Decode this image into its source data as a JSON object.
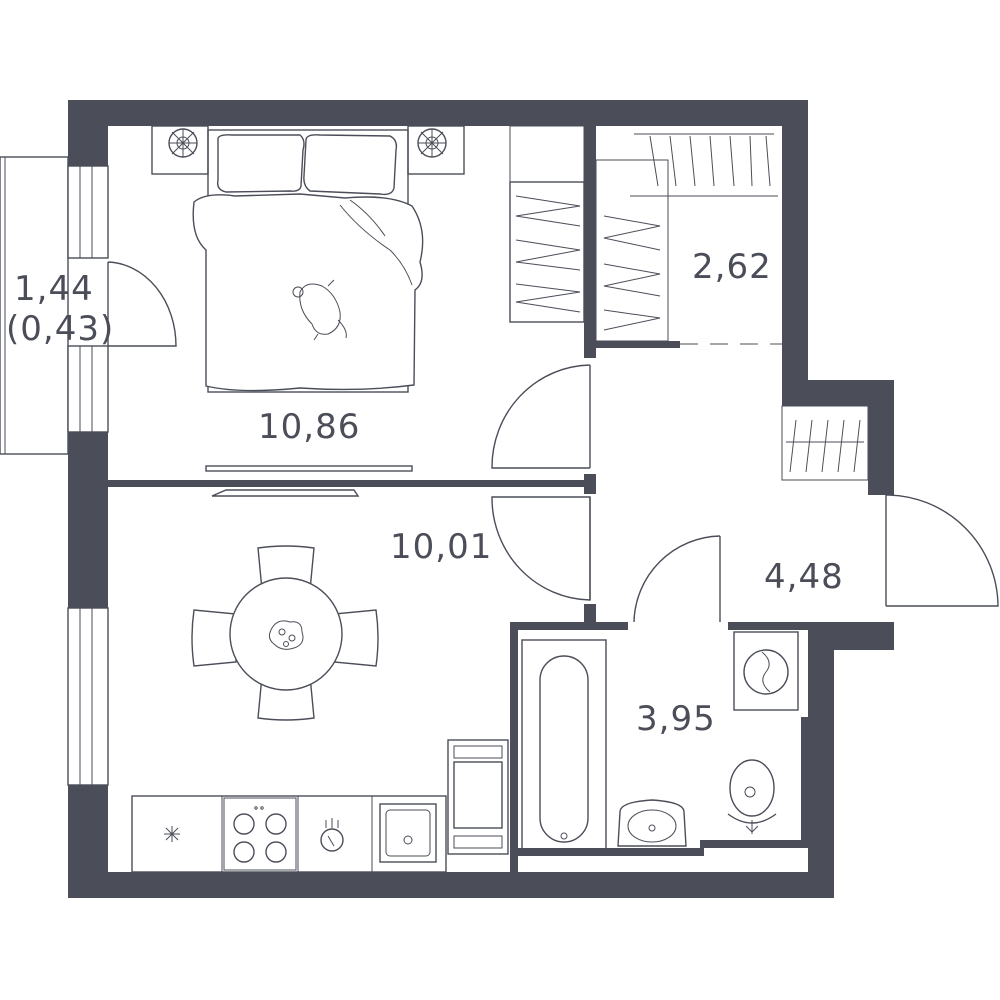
{
  "colors": {
    "wall": "#4b4e59",
    "background": "#ffffff"
  },
  "rooms": {
    "balcony": {
      "area": "1,44",
      "area_reduced": "(0,43)"
    },
    "bedroom": {
      "area": "10,86"
    },
    "living_kitchen": {
      "area": "10,01"
    },
    "wardrobe": {
      "area": "2,62"
    },
    "hallway": {
      "area": "4,48"
    },
    "bathroom": {
      "area": "3,95"
    }
  }
}
